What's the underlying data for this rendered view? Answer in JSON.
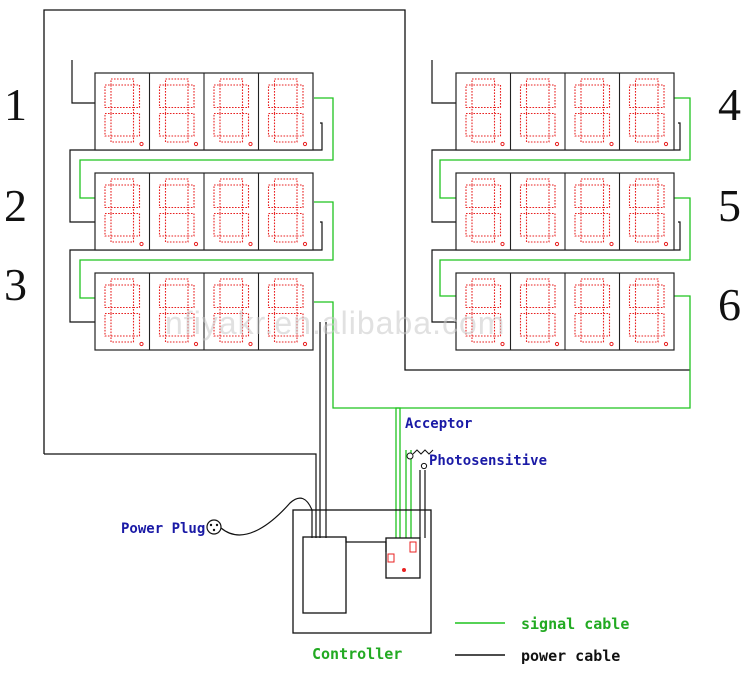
{
  "rows": [
    {
      "number": "1",
      "digits": "8888"
    },
    {
      "number": "2",
      "digits": "8888"
    },
    {
      "number": "3",
      "digits": "8888"
    },
    {
      "number": "4",
      "digits": "8888"
    },
    {
      "number": "5",
      "digits": "8888"
    },
    {
      "number": "6",
      "digits": "8888"
    }
  ],
  "labels": {
    "acceptor": "Acceptor",
    "photosensitive": "Photosensitive",
    "power_plug": "Power Plug",
    "controller": "Controller"
  },
  "legend": {
    "signal": "signal cable",
    "power": "power cable"
  },
  "watermark": "nfiyakr.en.alibaba.com",
  "colors": {
    "digit": "#e82222",
    "signal": "#1fc41f",
    "power": "#111111",
    "label_blue": "#1a1aa6",
    "label_green": "#22aa22"
  }
}
